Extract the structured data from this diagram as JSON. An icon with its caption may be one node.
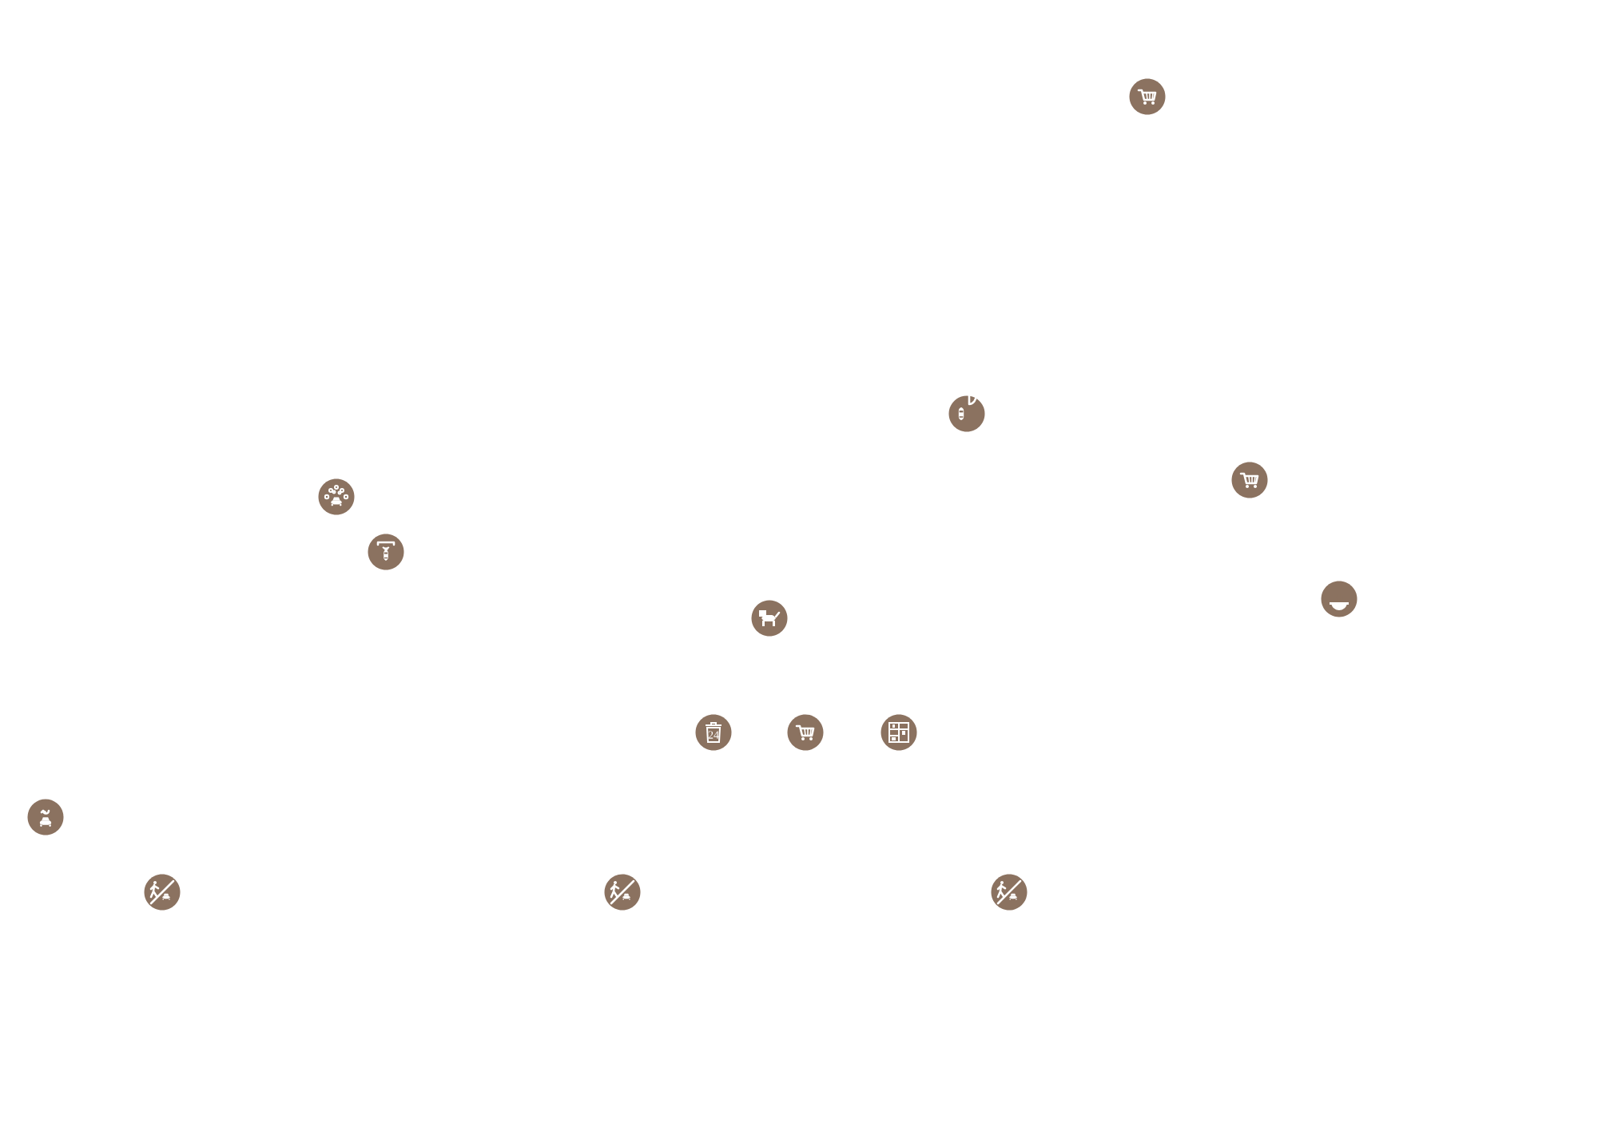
{
  "diagram": {
    "nodes": [
      {
        "text": [],
        "shape": "circle"
      },
      {
        "text": [],
        "shape": "circle"
      },
      {
        "text": [],
        "shape": "circle"
      },
      {
        "text": [],
        "shape": "circle"
      },
      {
        "text": [],
        "shape": "circle"
      },
      {
        "text": [],
        "shape": "circle"
      },
      {
        "text": [],
        "shape": "circle"
      },
      {
        "text": [],
        "shape": "circle"
      },
      {
        "text": [],
        "shape": "circle"
      },
      {
        "text": [],
        "shape": "circle"
      },
      {
        "text": [],
        "shape": "circle"
      },
      {
        "text": [],
        "shape": "circle"
      },
      {
        "text": [],
        "shape": "circle"
      },
      {
        "text": [],
        "shape": "circle"
      }
    ],
    "labels": [
      "24"
    ]
  }
}
